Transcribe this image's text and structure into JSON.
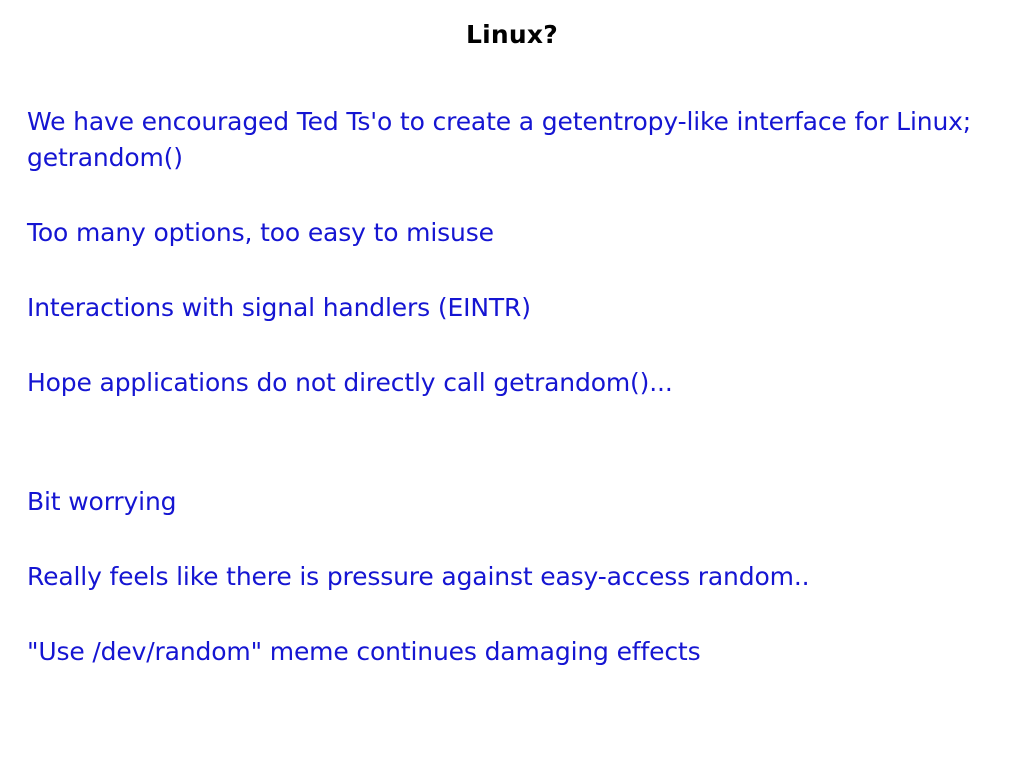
{
  "slide": {
    "title": "Linux?",
    "title_color": "#000000",
    "body_color": "#1515d2",
    "background_color": "#ffffff",
    "bullets": [
      {
        "id": "getentropy-like-interface",
        "text": "We have encouraged Ted Ts'o to create a getentropy-like interface for Linux; getrandom()",
        "spacing": "first"
      },
      {
        "id": "too-many-options",
        "text": "Too many options, too easy to misuse",
        "spacing": "normal"
      },
      {
        "id": "signal-handlers-eintr",
        "text": "Interactions with signal handlers (EINTR)",
        "spacing": "normal"
      },
      {
        "id": "hope-applications",
        "text": "Hope applications do not directly call getrandom()...",
        "spacing": "normal"
      },
      {
        "id": "bit-worrying",
        "text": "Bit worrying",
        "spacing": "large"
      },
      {
        "id": "pressure-against-easy-access",
        "text": "Really feels like there is pressure against easy-access random..",
        "spacing": "normal"
      },
      {
        "id": "dev-random-meme",
        "text": "\"Use /dev/random\" meme continues damaging effects",
        "spacing": "normal"
      }
    ]
  }
}
